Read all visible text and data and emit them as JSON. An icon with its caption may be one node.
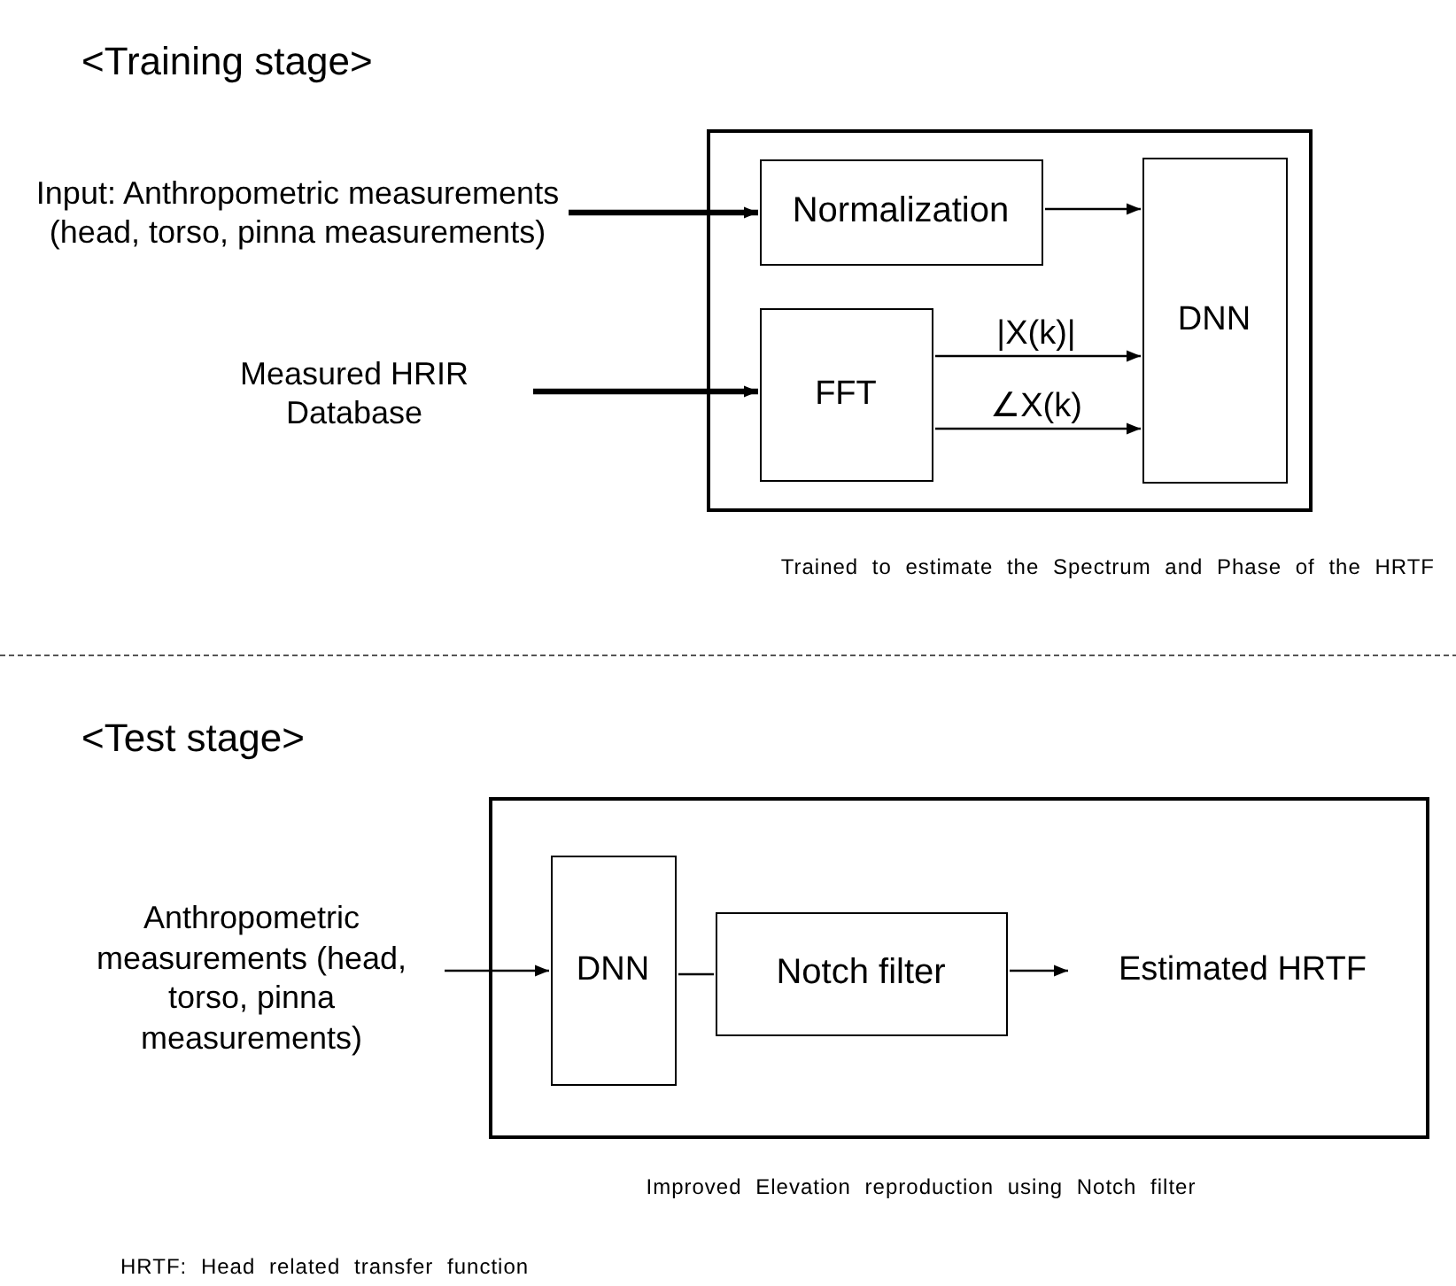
{
  "diagram": {
    "nodes": [
      {
        "text": [],
        "shape": "box",
        "beside": [
          "Trained to estimate the Spectrum and Phase of the HRTF"
        ]
      },
      {
        "text": [
          "Input: Anthropometric measurements (head, torso, pinna measurements)"
        ]
      },
      {
        "text": [
          "Normalization"
        ],
        "in": 0
      },
      {
        "text": [
          "DNN"
        ],
        "in": 0
      },
      {
        "text": [
          "Measured HRIR Database"
        ]
      },
      {
        "text": [
          "FFT"
        ],
        "in": 0
      },
      {
        "text": [],
        "shape": "box",
        "beside": [
          "Improved Elevation reproduction using Notch filter"
        ]
      },
      {
        "text": [
          "Anthropometric measurements (head, torso, pinna measurements)"
        ]
      },
      {
        "text": [
          "DNN"
        ],
        "in": 6
      },
      {
        "text": [
          "Notch filter"
        ],
        "in": 6
      },
      {
        "text": [
          "Estimated HRTF"
        ],
        "in": 6
      }
    ],
    "edges": [
      {
        "from": 1,
        "to": 2,
        "arrow": "to",
        "style": "thick"
      },
      {
        "from": 2,
        "to": 3,
        "arrow": "to"
      },
      {
        "from": 4,
        "to": 5,
        "arrow": "to",
        "style": "thick"
      },
      {
        "from": 5,
        "to": 3,
        "arrow": "to",
        "label": "|X(k)|"
      },
      {
        "from": 5,
        "to": 3,
        "arrow": "to",
        "label": "∠X(k)"
      },
      {
        "from": 7,
        "to": 8,
        "arrow": "to"
      },
      {
        "from": 8,
        "to": 9,
        "arrow": "none"
      },
      {
        "from": 9,
        "to": 10,
        "arrow": "to"
      }
    ],
    "labels": [
      "<Training stage>",
      "<Test stage>",
      "HRTF: Head related transfer function"
    ]
  }
}
